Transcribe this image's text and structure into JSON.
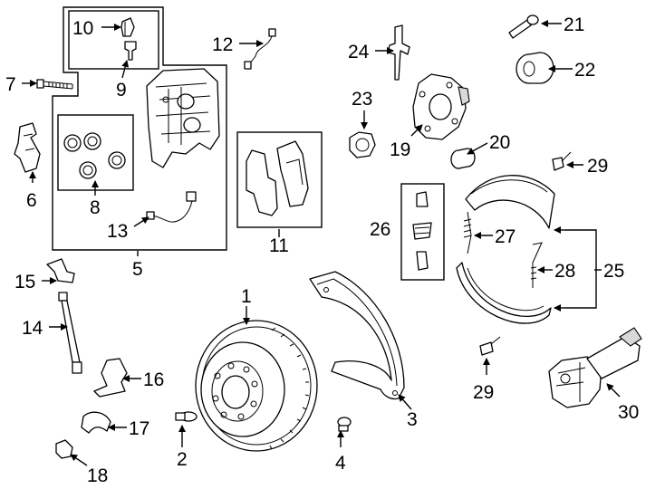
{
  "diagram": {
    "callouts": [
      "1",
      "2",
      "3",
      "4",
      "5",
      "6",
      "7",
      "8",
      "9",
      "10",
      "11",
      "12",
      "13",
      "14",
      "15",
      "16",
      "17",
      "18",
      "19",
      "20",
      "21",
      "22",
      "23",
      "24",
      "25",
      "26",
      "27",
      "28",
      "29",
      "29",
      "30"
    ]
  }
}
